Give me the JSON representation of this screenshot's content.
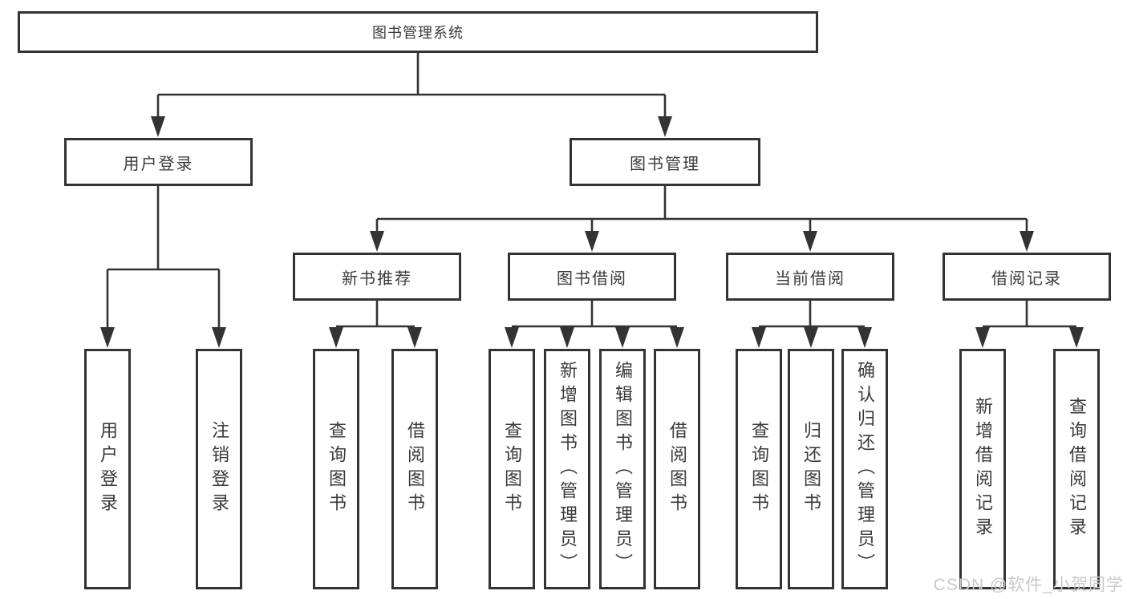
{
  "diagram": {
    "watermark": "CSDN @软件_小贺同学",
    "colors": {
      "line": "#333333",
      "text": "#3a3a3a",
      "background": "#ffffff",
      "watermark": "#c9c9c9"
    },
    "nodes": {
      "root": "图书管理系统",
      "level2": [
        "用户登录",
        "图书管理"
      ],
      "level3": [
        "新书推荐",
        "图书借阅",
        "当前借阅",
        "借阅记录"
      ],
      "leaves": {
        "user_login": [
          "用户登录",
          "注销登录"
        ],
        "new_books": [
          "查询图书",
          "借阅图书"
        ],
        "book_borrow": [
          "查询图书",
          "新增图书（管理员）",
          "编辑图书（管理员）",
          "借阅图书"
        ],
        "current_borrow": [
          "查询图书",
          "归还图书",
          "确认归还（管理员）"
        ],
        "borrow_records": [
          "新增借阅记录",
          "查询借阅记录"
        ]
      }
    }
  }
}
